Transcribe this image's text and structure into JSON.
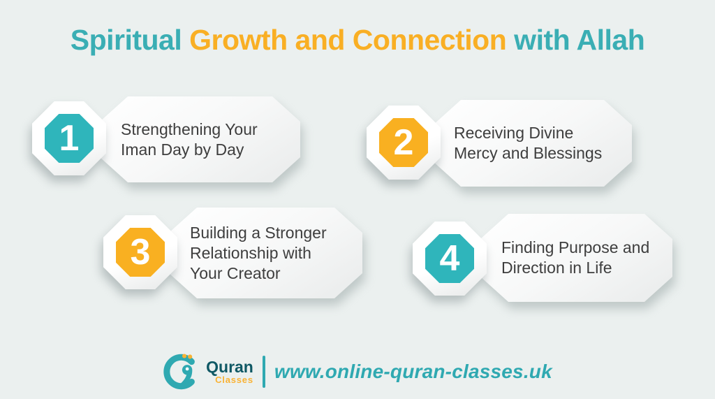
{
  "background": "#EBF0EF",
  "title": {
    "segments": [
      {
        "text": "Spiritual ",
        "color": "#3AAEB4"
      },
      {
        "text": "Growth and Connection ",
        "color": "#F9AF24"
      },
      {
        "text": "with Allah",
        "color": "#3AAEB4"
      }
    ]
  },
  "cards": [
    {
      "number": "1",
      "badge_color": "#2FB5BB",
      "text": "Strengthening Your\nIman Day by Day"
    },
    {
      "number": "2",
      "badge_color": "#F9B021",
      "text": "Receiving Divine\nMercy and Blessings"
    },
    {
      "number": "3",
      "badge_color": "#F9B021",
      "text": "Building a Stronger\nRelationship with\nYour Creator"
    },
    {
      "number": "4",
      "badge_color": "#2FB5BB",
      "text": "Finding Purpose and\nDirection in Life"
    }
  ],
  "footer": {
    "logo_name": "Quran",
    "logo_sub": "Classes",
    "url": "www.online-quran-classes.uk",
    "accent_teal": "#2FA9B1",
    "logo_name_color": "#0F5864",
    "logo_sub_color": "#F9B233"
  }
}
